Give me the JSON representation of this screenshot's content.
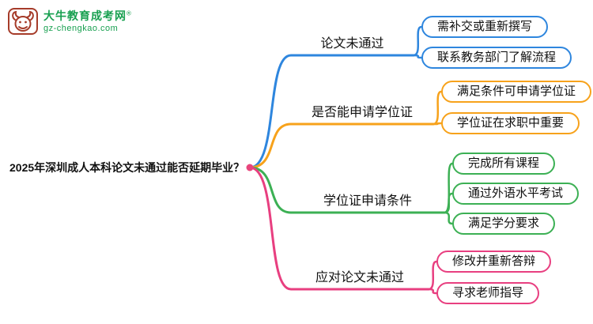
{
  "logo": {
    "icon": "ox-logo-icon",
    "title": "大牛教育成考网",
    "registered": "®",
    "url": "gz-chengkao.com",
    "brand_color": "#18a050",
    "icon_color": "#a63c2a"
  },
  "mindmap": {
    "root": "2025年深圳成人本科论文未通过能否延期毕业？",
    "junction_color": "#e8457c",
    "branches": [
      {
        "label": "论文未通过",
        "color": "#2e86de",
        "children": [
          "需补交或重新撰写",
          "联系教务部门了解流程"
        ]
      },
      {
        "label": "是否能申请学位证",
        "color": "#f7a21b",
        "children": [
          "满足条件可申请学位证",
          "学位证在求职中重要"
        ]
      },
      {
        "label": "学位证申请条件",
        "color": "#3cb054",
        "children": [
          "完成所有课程",
          "通过外语水平考试",
          "满足学分要求"
        ]
      },
      {
        "label": "应对论文未通过",
        "color": "#e83f80",
        "children": [
          "修改并重新答辩",
          "寻求老师指导"
        ]
      }
    ]
  }
}
